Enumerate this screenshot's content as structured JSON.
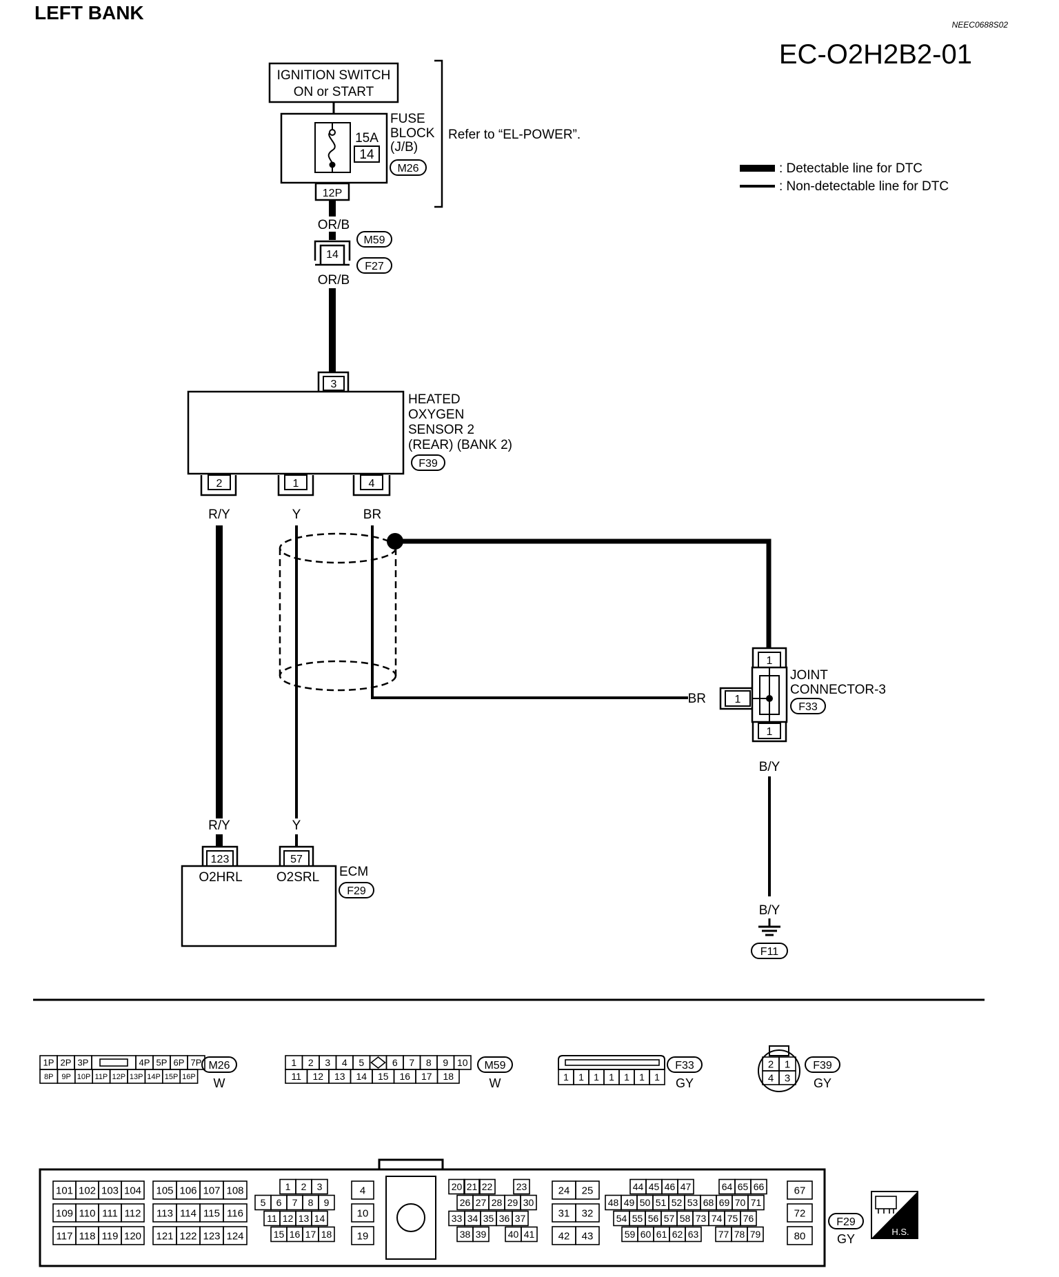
{
  "header": {
    "bank_title": "LEFT BANK",
    "doc_code": "NEEC0688S02",
    "diagram_id": "EC-O2H2B2-01"
  },
  "legend": {
    "detectable": ": Detectable line for DTC",
    "non_detectable": ": Non-detectable line for DTC"
  },
  "power": {
    "ignition_line1": "IGNITION SWITCH",
    "ignition_line2": "ON or START",
    "fuse_rating": "15A",
    "fuse_number": "14",
    "fuse_block_line1": "FUSE",
    "fuse_block_line2": "BLOCK",
    "fuse_block_line3": "(J/B)",
    "fuse_block_conn": "M26",
    "fuse_pin": "12P",
    "refer": "Refer to “EL-POWER”."
  },
  "inline_connector": {
    "wire_top": "OR/B",
    "pin": "14",
    "conn_a": "M59",
    "conn_b": "F27",
    "wire_bottom": "OR/B"
  },
  "sensor": {
    "line1": "HEATED",
    "line2": "OXYGEN",
    "line3": "SENSOR 2",
    "line4": "(REAR) (BANK 2)",
    "connector": "F39",
    "pin_top": "3",
    "pins": [
      "2",
      "1",
      "4"
    ],
    "wires": [
      "R/Y",
      "Y",
      "BR"
    ]
  },
  "joint": {
    "line1": "JOINT",
    "line2": "CONNECTOR-3",
    "connector": "F33",
    "pin_top": "1",
    "pin_left": "1",
    "pin_bottom": "1",
    "wire_left": "BR",
    "wire_bottom": "B/Y",
    "ground_wire": "B/Y",
    "ground_conn": "F11"
  },
  "ecm": {
    "label": "ECM",
    "connector": "F29",
    "wire_a": "R/Y",
    "wire_b": "Y",
    "pin_a": "123",
    "pin_b": "57",
    "term_a": "O2HRL",
    "term_b": "O2SRL"
  },
  "connector_views": {
    "m26": {
      "name": "M26",
      "color": "W",
      "top": [
        "1P",
        "2P",
        "3P",
        "4P",
        "5P",
        "6P",
        "7P"
      ],
      "bottom": [
        "8P",
        "9P",
        "10P",
        "11P",
        "12P",
        "13P",
        "14P",
        "15P",
        "16P"
      ]
    },
    "m59": {
      "name": "M59",
      "color": "W",
      "top": [
        "1",
        "2",
        "3",
        "4",
        "5",
        "6",
        "7",
        "8",
        "9",
        "10"
      ],
      "bottom": [
        "11",
        "12",
        "13",
        "14",
        "15",
        "16",
        "17",
        "18"
      ]
    },
    "f33": {
      "name": "F33",
      "color": "GY",
      "pins": [
        "1",
        "1",
        "1",
        "1",
        "1",
        "1",
        "1"
      ]
    },
    "f39": {
      "name": "F39",
      "color": "GY",
      "pins": [
        "2",
        "1",
        "4",
        "3"
      ]
    },
    "f29": {
      "name": "F29",
      "color": "GY",
      "badge": "H.S.",
      "g1": [
        [
          "101",
          "102",
          "103",
          "104"
        ],
        [
          "109",
          "110",
          "111",
          "112"
        ],
        [
          "117",
          "118",
          "119",
          "120"
        ]
      ],
      "g2": [
        [
          "105",
          "106",
          "107",
          "108"
        ],
        [
          "113",
          "114",
          "115",
          "116"
        ],
        [
          "121",
          "122",
          "123",
          "124"
        ]
      ],
      "g3": [
        [
          "1",
          "2",
          "3"
        ],
        [
          "5",
          "6",
          "7",
          "8",
          "9"
        ],
        [
          "11",
          "12",
          "13",
          "14"
        ],
        [
          "15",
          "16",
          "17",
          "18"
        ]
      ],
      "g4": [
        "4",
        "10",
        "19"
      ],
      "g5": [
        [
          "20",
          "21",
          "22",
          "23"
        ],
        [
          "26",
          "27",
          "28",
          "29",
          "30"
        ],
        [
          "33",
          "34",
          "35",
          "36",
          "37"
        ],
        [
          "38",
          "39",
          "40",
          "41"
        ]
      ],
      "g6": [
        [
          "24",
          "25"
        ],
        [
          "31",
          "32"
        ],
        [
          "42",
          "43"
        ]
      ],
      "g7": [
        [
          "44",
          "45",
          "46",
          "47",
          "64",
          "65",
          "66"
        ],
        [
          "48",
          "49",
          "50",
          "51",
          "52",
          "53",
          "68",
          "69",
          "70",
          "71"
        ],
        [
          "54",
          "55",
          "56",
          "57",
          "58",
          "73",
          "74",
          "75",
          "76"
        ],
        [
          "59",
          "60",
          "61",
          "62",
          "63",
          "77",
          "78",
          "79"
        ]
      ],
      "g8": [
        "67",
        "72",
        "80"
      ]
    }
  }
}
